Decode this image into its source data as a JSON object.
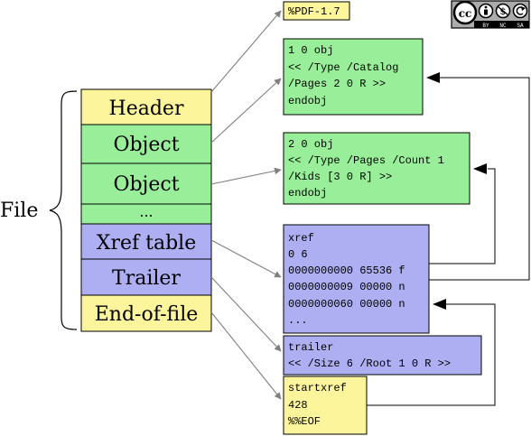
{
  "file_label": "File",
  "license_badge": {
    "icons": [
      "cc-icon",
      "by-icon",
      "nc-icon",
      "sa-icon"
    ],
    "tags": [
      "BY",
      "NC",
      "SA"
    ]
  },
  "structure": [
    {
      "label": "Header",
      "color": "#fdf59b"
    },
    {
      "label": "Object",
      "color": "#99ef99"
    },
    {
      "label": "Object",
      "color": "#99ef99"
    },
    {
      "label": "...",
      "color": "#99ef99"
    },
    {
      "label": "Xref table",
      "color": "#aeaef2"
    },
    {
      "label": "Trailer",
      "color": "#aeaef2"
    },
    {
      "label": "End-of-file",
      "color": "#fdf59b"
    }
  ],
  "code_boxes": [
    {
      "id": "header",
      "color": "#fdf59b",
      "lines": [
        "%PDF-1.7"
      ]
    },
    {
      "id": "obj1",
      "color": "#99ef99",
      "lines": [
        "1 0 obj",
        "<< /Type /Catalog",
        "/Pages 2 0 R >>",
        "endobj"
      ]
    },
    {
      "id": "obj2",
      "color": "#99ef99",
      "lines": [
        "2 0 obj",
        "<< /Type /Pages /Count 1",
        "/Kids [3 0 R] >>",
        "endobj"
      ]
    },
    {
      "id": "xref",
      "color": "#aeaef2",
      "lines": [
        "xref",
        "0 6",
        "0000000000 65536 f",
        "0000000009 00000 n",
        "0000000060 00000 n",
        "..."
      ]
    },
    {
      "id": "trailer",
      "color": "#aeaef2",
      "lines": [
        "trailer",
        "<< /Size 6 /Root 1 0 R >>"
      ]
    },
    {
      "id": "eof",
      "color": "#fdf59b",
      "lines": [
        "startxref",
        "428",
        "%%EOF"
      ]
    }
  ]
}
